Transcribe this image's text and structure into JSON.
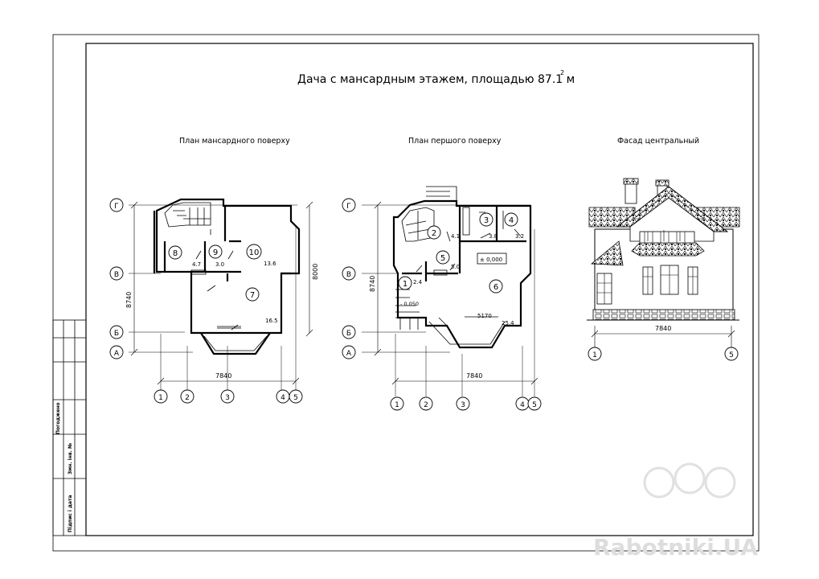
{
  "title": "Дача с мансардным этажем, площадью 87.1 м",
  "title_sup": "2",
  "drawings": {
    "attic": {
      "label": "План мансардного поверху",
      "rooms": [
        {
          "num": "8"
        },
        {
          "num": "9"
        },
        {
          "num": "10"
        },
        {
          "num": "7"
        }
      ],
      "areas": [
        "4.7",
        "3.0",
        "13.6",
        "16.5"
      ],
      "dim_width": "7840",
      "dim_height_left": "8740",
      "dim_height_right": "8000"
    },
    "first": {
      "label": "План першого поверху",
      "rooms": [
        {
          "num": "1"
        },
        {
          "num": "2"
        },
        {
          "num": "3"
        },
        {
          "num": "4"
        },
        {
          "num": "5"
        },
        {
          "num": "6"
        }
      ],
      "areas": [
        "2.4",
        "4.1",
        "3.8",
        "3.2",
        "5.0",
        "25.4"
      ],
      "level_mark": "± 0,000",
      "level_minus": "- 0.050",
      "dim_inner": "5170",
      "dim_width": "7840",
      "dim_height_left": "8740"
    },
    "facade": {
      "label": "Фасад центральный",
      "dim_width": "7840"
    }
  },
  "axes": {
    "rows": [
      "Г",
      "В",
      "Б",
      "А"
    ],
    "cols": [
      "1",
      "2",
      "3",
      "4",
      "5"
    ],
    "facade_cols": [
      "1",
      "5"
    ]
  },
  "stamp": {
    "col1": "Погоджено",
    "col2": "Змн. інв. №",
    "col3": "Підпис і дата"
  },
  "watermark": "Rabotniki.UA"
}
